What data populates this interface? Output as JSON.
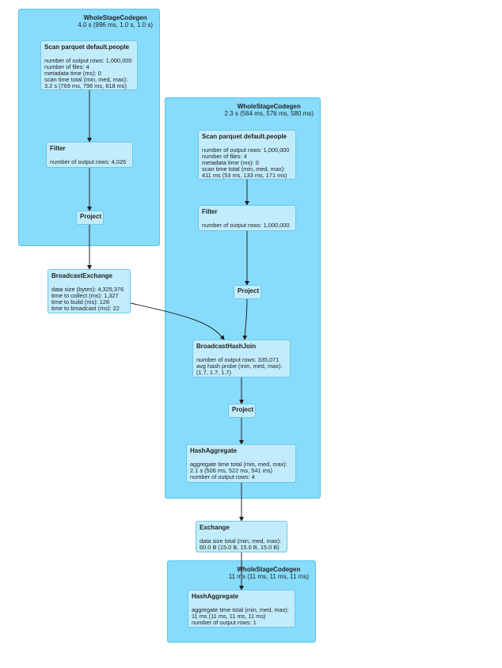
{
  "clusters": [
    {
      "name": "WholeStageCodegen",
      "metric": "4.0 s (996 ms, 1.0 s, 1.0 s)"
    },
    {
      "name": "WholeStageCodegen",
      "metric": "2.3 s (564 ms, 576 ms, 580 ms)"
    },
    {
      "name": "WholeStageCodegen",
      "metric": "11 ms (11 ms, 11 ms, 11 ms)"
    }
  ],
  "nodes": {
    "scan1": {
      "title": "Scan parquet default.people",
      "metrics": [
        "number of output rows: 1,000,000",
        "number of files: 4",
        "metadata time (ms): 0",
        "scan time total (min, med, max):",
        "3.2 s (769 ms, 796 ms, 818 ms)"
      ]
    },
    "filter1": {
      "title": "Filter",
      "metrics": [
        "number of output rows: 4,026"
      ]
    },
    "project1": {
      "title": "Project"
    },
    "broadcast": {
      "title": "BroadcastExchange",
      "metrics": [
        "data size (bytes): 4,325,376",
        "time to collect (ms): 1,327",
        "time to build (ms): 126",
        "time to broadcast (ms): 22"
      ]
    },
    "scan2": {
      "title": "Scan parquet default.people",
      "metrics": [
        "number of output rows: 1,000,000",
        "number of files: 4",
        "metadata time (ms): 0",
        "scan time total (min, med, max):",
        "411 ms (53 ms, 133 ms, 171 ms)"
      ]
    },
    "filter2": {
      "title": "Filter",
      "metrics": [
        "number of output rows: 1,000,000"
      ]
    },
    "project2": {
      "title": "Project"
    },
    "bhj": {
      "title": "BroadcastHashJoin",
      "metrics": [
        "number of output rows: 335,071",
        "avg hash probe (min, med, max):",
        "(1.7, 1.7, 1.7)"
      ]
    },
    "project3": {
      "title": "Project"
    },
    "hashagg1": {
      "title": "HashAggregate",
      "metrics": [
        "aggregate time total (min, med, max):",
        "2.1 s (506 ms, 522 ms, 541 ms)",
        "number of output rows: 4"
      ]
    },
    "exchange": {
      "title": "Exchange",
      "metrics": [
        "data size total (min, med, max):",
        "60.0 B (15.0 B, 15.0 B, 15.0 B)"
      ]
    },
    "hashagg2": {
      "title": "HashAggregate",
      "metrics": [
        "aggregate time total (min, med, max):",
        "11 ms (11 ms, 11 ms, 11 ms)",
        "number of output rows: 1"
      ]
    }
  }
}
